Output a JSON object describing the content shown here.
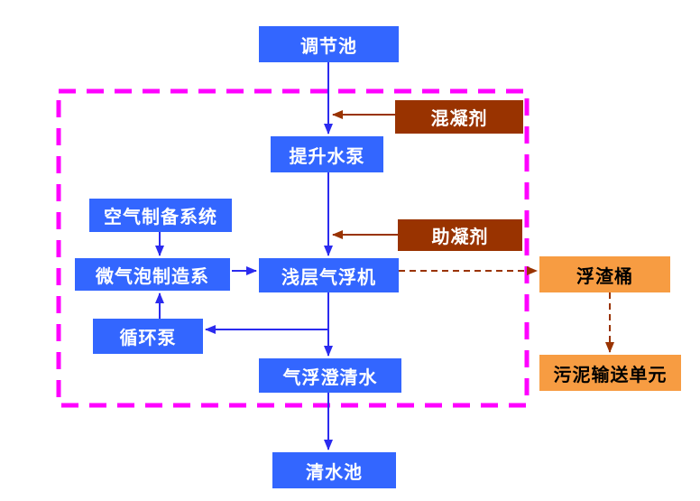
{
  "nodes": {
    "regulating_tank": {
      "label": "调节池"
    },
    "coagulant": {
      "label": "混凝剂"
    },
    "lift_pump": {
      "label": "提升水泵"
    },
    "air_preparation_system": {
      "label": "空气制备系统"
    },
    "coagulant_aid": {
      "label": "助凝剂"
    },
    "microbubble_generator": {
      "label": "微气泡制造系"
    },
    "shallow_daf_unit": {
      "label": "浅层气浮机"
    },
    "scum_bucket": {
      "label": "浮渣桶"
    },
    "circulation_pump": {
      "label": "循环泵"
    },
    "daf_clarified_water": {
      "label": "气浮澄清水"
    },
    "sludge_conveying_unit": {
      "label": "污泥输送单元"
    },
    "clear_water_tank": {
      "label": "清水池"
    }
  },
  "colors": {
    "process_box": "#3366FF",
    "chemical_box": "#993300",
    "external_box": "#F79C42",
    "flow_line": "#2B2BEF",
    "chemical_line": "#993300",
    "boundary": "#FF00FF"
  }
}
